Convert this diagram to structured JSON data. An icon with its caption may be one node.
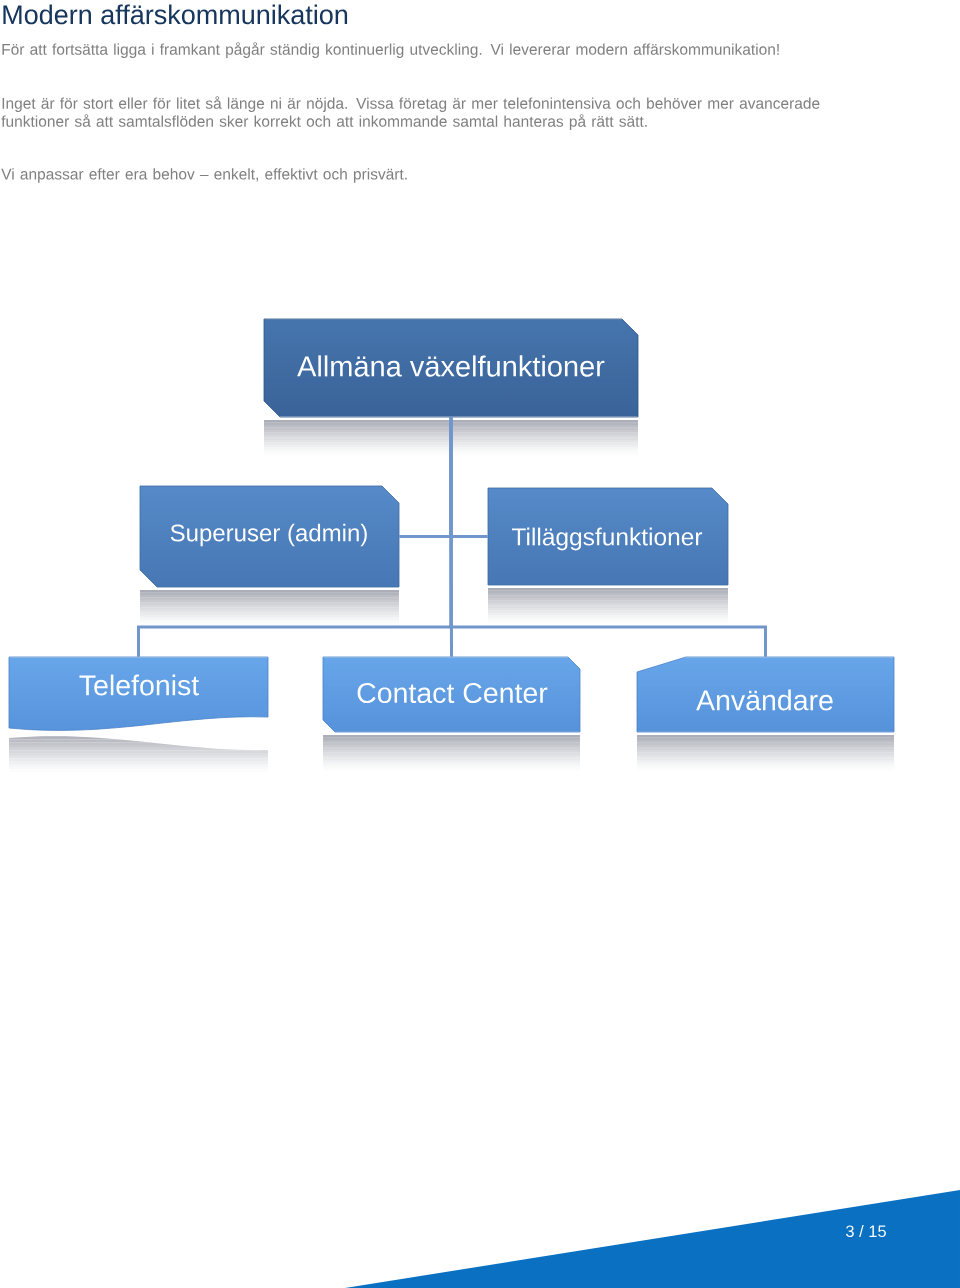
{
  "diagram": {
    "title": "Modern affärskommunikation",
    "nodes": [
      {
        "text": [
          "Allmäna växelfunktioner"
        ]
      },
      {
        "text": [
          "Superuser (admin)"
        ]
      },
      {
        "text": [
          "Tilläggsfunktioner"
        ]
      },
      {
        "text": [
          "Telefonist"
        ]
      },
      {
        "text": [
          "Contact Center"
        ]
      },
      {
        "text": [
          "Användare"
        ]
      }
    ],
    "edges": [
      {
        "from": 0,
        "to": 1,
        "arrow": "none"
      },
      {
        "from": 0,
        "to": 2,
        "arrow": "none"
      },
      {
        "from": 0,
        "to": 3,
        "arrow": "none"
      },
      {
        "from": 0,
        "to": 4,
        "arrow": "none"
      },
      {
        "from": 0,
        "to": 5,
        "arrow": "none"
      }
    ],
    "labels": [
      "För att fortsätta ligga i framkant pågår ständig kontinuerlig utveckling. Vi levererar modern affärskommunikation!",
      "Inget är för stort eller för litet så länge ni är nöjda. Vissa företag är mer telefonintensiva och behöver mer avancerade funktioner så att samtalsflöden sker korrekt och att inkommande samtal hanteras på rätt sätt.",
      "Vi anpassar efter era behov – enkelt, effektivt och prisvärt.",
      "3 / 15"
    ]
  }
}
